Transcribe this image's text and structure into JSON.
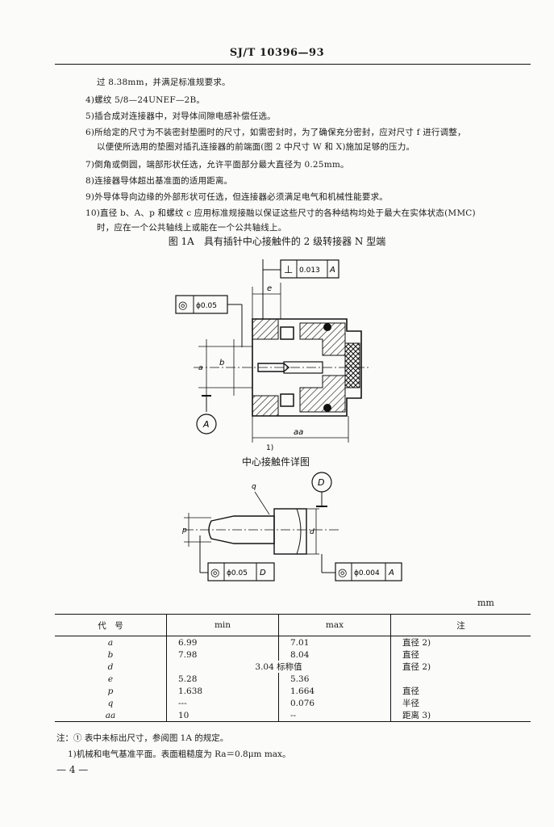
{
  "header": {
    "code": "SJ/T 10396—93"
  },
  "notes": [
    "过 8.38mm，并满足标准规要求。",
    "4)螺纹 5/8—24UNEF—2B。",
    "5)插合成对连接器中，对导体间隙电感补偿任选。",
    "6)所给定的尺寸为不装密封垫圈时的尺寸，如需密封时，为了确保充分密封，应对尺寸 f 进行调整，",
    "以便使所选用的垫圈对插孔连接器的前端面(图 2 中尺寸 W 和 X)施加足够的压力。",
    "7)倒角或倒圆，端部形状任选，允许平面部分最大直径为 0.25mm。",
    "8)连接器导体超出基准面的适用距离。",
    "9)外导体导向边缘的外部形状可任选，但连接器必须满足电气和机械性能要求。",
    "10)直径 b、A、p 和螺纹 c 应用标准规接融以保证这些尺寸的各种结构均处于最大在实体状态(MMC)",
    "时，应在一个公共轴线上或能在一个公共轴线上。"
  ],
  "figure": {
    "title": "图 1A　具有插针中心接触件的 2 级转接器 N 型端",
    "detail_caption": "中心接触件详图",
    "callouts": {
      "perp_symbol": "⊥",
      "perp_tol": "0.013",
      "perp_datum": "A",
      "coax_symbol": "◎",
      "coax_tol_1": "ϕ0.05",
      "coax_tol_2": "ϕ0.05",
      "coax_datum_2": "D",
      "coax_tol_3": "ϕ0.004",
      "coax_datum_3": "A",
      "datum_a": "A",
      "datum_d": "D",
      "dim_e": "e",
      "dim_a": "a",
      "dim_b": "b",
      "dim_aa": "aa",
      "dim_q": "q",
      "dim_p": "p",
      "dim_d": "d",
      "note_1": "1)"
    }
  },
  "table": {
    "unit": "mm",
    "headers": [
      "代　号",
      "min",
      "max",
      "注"
    ],
    "rows": [
      {
        "sym": "a",
        "min": "6.99",
        "max": "7.01",
        "note": "直径 2)"
      },
      {
        "sym": "b",
        "min": "7.98",
        "max": "8.04",
        "note": "直径"
      },
      {
        "sym": "d",
        "span": "3.04 标称值",
        "note": "直径 2)"
      },
      {
        "sym": "e",
        "min": "5.28",
        "max": "5.36",
        "note": ""
      },
      {
        "sym": "p",
        "min": "1.638",
        "max": "1.664",
        "note": "直径"
      },
      {
        "sym": "q",
        "min": "---",
        "max": "0.076",
        "note": "半径"
      },
      {
        "sym": "aa",
        "min": "10",
        "max": "--",
        "note": "距离 3)"
      }
    ]
  },
  "footnotes": [
    "注：① 表中未标出尺寸，参阅图 1A 的规定。",
    "1)机械和电气基准平面。表面粗糙度为 Ra＝0.8μm max。"
  ],
  "page_number": "— 4 —"
}
